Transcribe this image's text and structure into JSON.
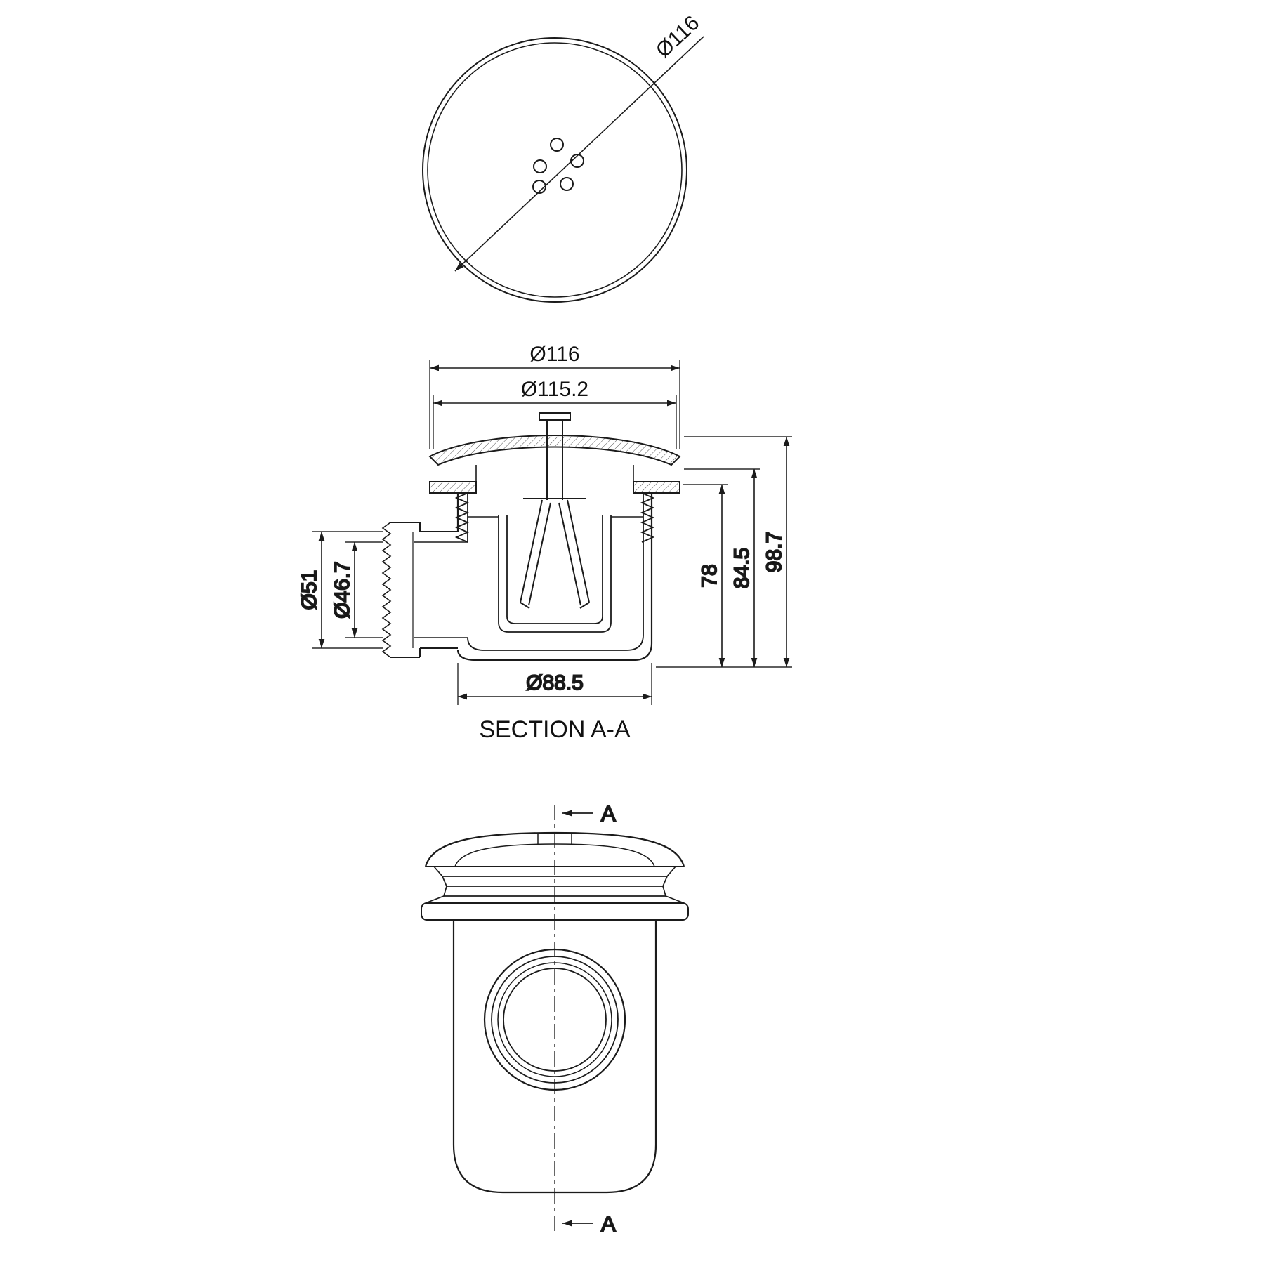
{
  "page": {
    "background": "#ffffff",
    "line_color": "#1b1b1b"
  },
  "top_view": {
    "diameter_label": "Ø116"
  },
  "section_view": {
    "dims": {
      "outer_diameter": "Ø116",
      "plate_diameter": "Ø115.2",
      "outlet_outer_diameter": "Ø51",
      "outlet_inner_diameter": "Ø46.7",
      "inner_height": "78",
      "mid_height": "84.5",
      "total_height": "98.7",
      "body_diameter": "Ø88.5"
    },
    "label": "SECTION A-A"
  },
  "front_view": {
    "section_marker_top": "A",
    "section_marker_bottom": "A"
  }
}
